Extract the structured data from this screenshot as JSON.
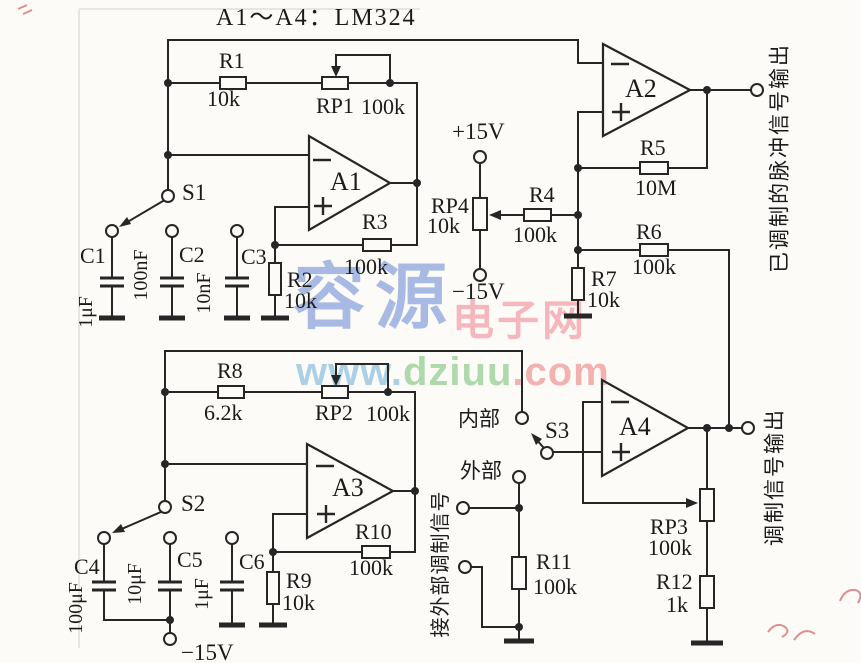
{
  "title": "A1～A4：LM324",
  "opamps": {
    "a1": "A1",
    "a2": "A2",
    "a3": "A3",
    "a4": "A4"
  },
  "switches": {
    "s1": "S1",
    "s2": "S2",
    "s3": "S3"
  },
  "power": {
    "pos15": "+15V",
    "neg15": "−15V",
    "neg15_bottom": "−15V"
  },
  "resistors": {
    "r1": {
      "name": "R1",
      "value": "10k"
    },
    "rp1": {
      "name": "RP1",
      "value": "100k"
    },
    "r2": {
      "name": "R2",
      "value": "10k"
    },
    "r3": {
      "name": "R3",
      "value": "100k"
    },
    "r4": {
      "name": "R4",
      "value": "100k"
    },
    "rp4": {
      "name": "RP4",
      "value": "10k"
    },
    "r5": {
      "name": "R5",
      "value": "10M"
    },
    "r6": {
      "name": "R6",
      "value": "100k"
    },
    "r7": {
      "name": "R7",
      "value": "10k"
    },
    "r8": {
      "name": "R8",
      "value": "6.2k"
    },
    "rp2": {
      "name": "RP2",
      "value": "100k"
    },
    "r9": {
      "name": "R9",
      "value": "10k"
    },
    "r10": {
      "name": "R10",
      "value": "100k"
    },
    "r11": {
      "name": "R11",
      "value": "100k"
    },
    "rp3": {
      "name": "RP3",
      "value": "100k"
    },
    "r12": {
      "name": "R12",
      "value": "1k"
    }
  },
  "capacitors": {
    "c1": {
      "name": "C1",
      "value": "1μF"
    },
    "c2": {
      "name": "C2",
      "value": "100nF"
    },
    "c3": {
      "name": "C3",
      "value": "10nF"
    },
    "c4": {
      "name": "C4",
      "value": "100μF"
    },
    "c5": {
      "name": "C5",
      "value": "10μF"
    },
    "c6": {
      "name": "C6",
      "value": "1μF"
    }
  },
  "annotations": {
    "internal": "内部",
    "external": "外部",
    "external_mod_input": "接外部调制信号",
    "pulse_output": "已调制的脉冲信号输出",
    "mod_output": "调制信号输出"
  },
  "watermark": {
    "brand_cn": "容源",
    "brand_suffix": "电子网",
    "url_www": "www.",
    "url_name": "dziuu",
    "url_tld": ".com"
  },
  "colors": {
    "line": "#262626",
    "watermark_blue": "#708ed6",
    "watermark_pink": "#f0808a",
    "watermark_green": "#7cc47c",
    "artifact_red": "#d46a6a"
  }
}
